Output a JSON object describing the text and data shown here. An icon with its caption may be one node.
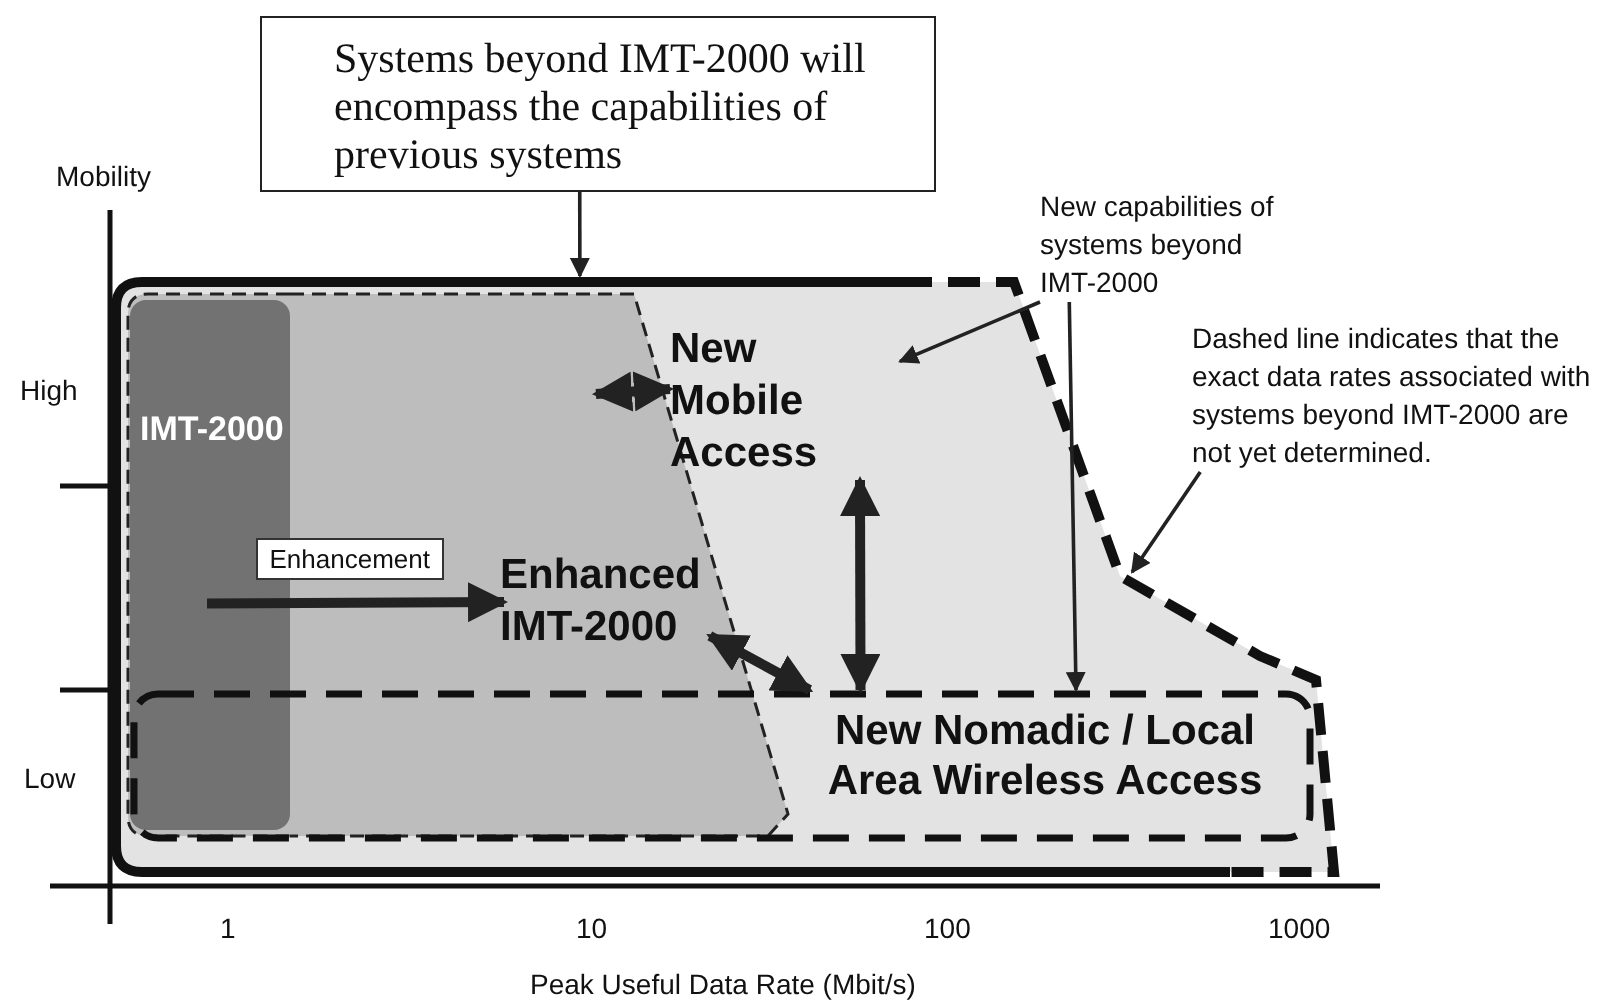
{
  "diagram": {
    "nodes": [
      {
        "text": [
          "Systems beyond IMT-2000 will encompass the capabilities of previous systems"
        ]
      },
      {
        "text": [],
        "shape": "box"
      },
      {
        "text": [
          "IMT-2000"
        ],
        "in": 1
      },
      {
        "text": [
          "Enhanced IMT-2000"
        ],
        "in": 1
      },
      {
        "text": [
          "New Mobile Access"
        ],
        "in": 1
      },
      {
        "text": [
          "New Nomadic / Local Area Wireless Access"
        ],
        "in": 1
      },
      {
        "text": [
          "New capabilities of systems beyond IMT-2000"
        ]
      },
      {
        "text": [
          "Dashed line indicates that the exact data rates associated with systems beyond IMT-2000 are not yet determined."
        ]
      }
    ],
    "edges": [
      {
        "from": 0,
        "to": 1,
        "arrow": "to"
      },
      {
        "from": 2,
        "to": 3,
        "arrow": "to",
        "label": "Enhancement",
        "style": "thick"
      },
      {
        "from": 3,
        "to": 4,
        "arrow": "both",
        "style": "thick"
      },
      {
        "from": 4,
        "to": 5,
        "arrow": "both",
        "style": "thick"
      },
      {
        "from": 3,
        "to": 5,
        "arrow": "both",
        "style": "thick"
      },
      {
        "from": 6,
        "to": 4,
        "arrow": "to"
      },
      {
        "from": 6,
        "to": 5,
        "arrow": "to"
      },
      {
        "from": 7,
        "to": 1,
        "arrow": "to"
      }
    ],
    "labels": [
      "Mobility",
      "High",
      "Low",
      "1",
      "10",
      "100",
      "1000",
      "Peak Useful Data Rate (Mbit/s)"
    ]
  }
}
